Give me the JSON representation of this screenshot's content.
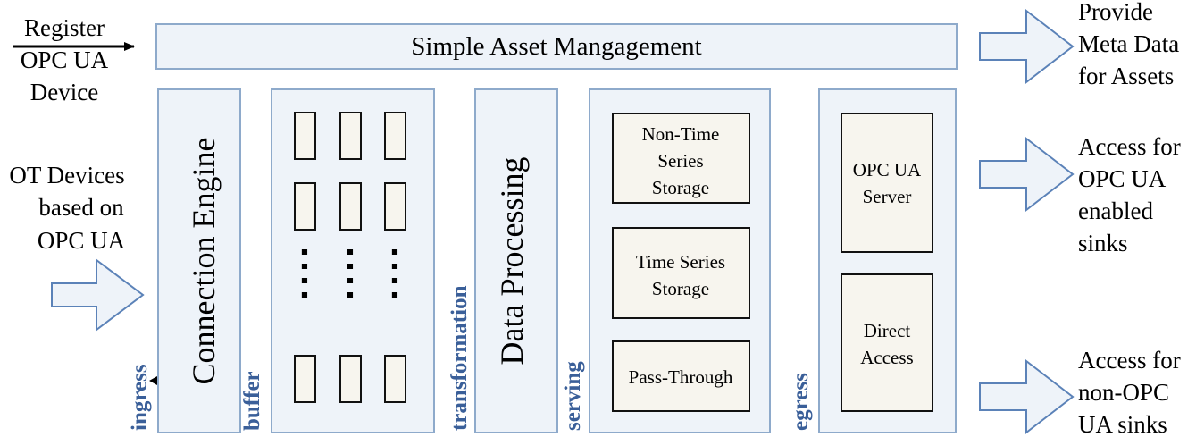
{
  "asset_management": {
    "label": "Simple Asset Mangagement",
    "input": [
      "Register",
      "OPC UA",
      "Device"
    ],
    "output": [
      "Provide",
      "Meta Data",
      "for Assets"
    ]
  },
  "ingress_source": [
    "OT Devices",
    "based on",
    "OPC UA"
  ],
  "stages": {
    "ingress": "ingress",
    "buffer": "buffer",
    "transformation": "transformation",
    "serving": "serving",
    "egress": "egress"
  },
  "connection_engine": "Connection Engine",
  "data_processing": "Data Processing",
  "buffer_ellipsis": ":",
  "storage": {
    "non_time_series": [
      "Non-Time",
      "Series",
      "Storage"
    ],
    "time_series": [
      "Time Series",
      "Storage"
    ],
    "pass_through": "Pass-Through"
  },
  "egress_services": {
    "opc_ua_server": [
      "OPC UA",
      "Server"
    ],
    "direct_access": [
      "Direct",
      "Access"
    ]
  },
  "sinks": {
    "opc_ua": [
      "Access for",
      "OPC UA",
      "enabled",
      "sinks"
    ],
    "non_opc_ua": [
      "Access for",
      "non-OPC",
      "UA sinks"
    ]
  },
  "colors": {
    "panel_fill": "#eef3f9",
    "panel_stroke": "#8eaacb",
    "box_fill": "#f7f5ee",
    "box_stroke": "#111111",
    "stage_label": "#3a5f99"
  }
}
